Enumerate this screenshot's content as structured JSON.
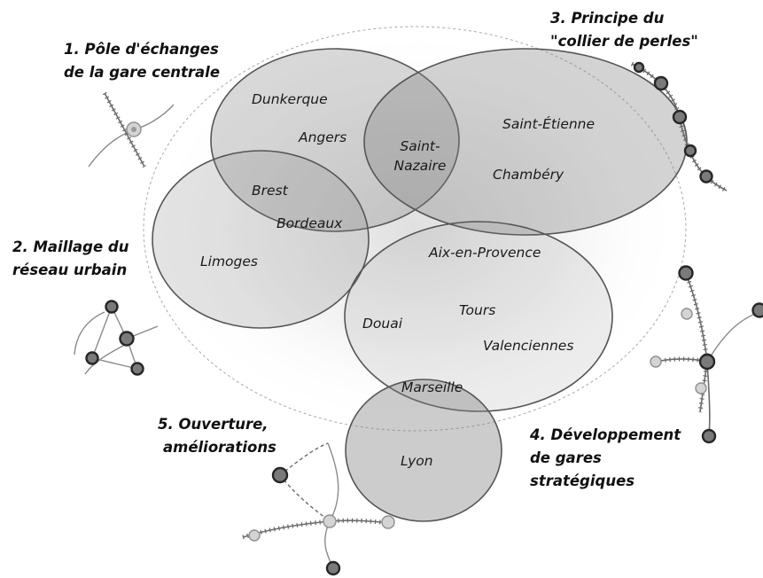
{
  "diagram": {
    "titles": {
      "t1": [
        "1. Pôle d'échanges",
        "de la gare centrale"
      ],
      "t2": [
        "2. Maillage du",
        "réseau urbain"
      ],
      "t3": [
        "3. Principe du",
        "\"collier de perles\""
      ],
      "t4": [
        "4. Développement",
        "de gares",
        "stratégiques"
      ],
      "t5": [
        "5. Ouverture,",
        "améliorations"
      ]
    },
    "cities": {
      "dunkerque": "Dunkerque",
      "angers": "Angers",
      "saint_nazaire": [
        "Saint-",
        "Nazaire"
      ],
      "saint_etienne": "Saint-Étienne",
      "chambery": "Chambéry",
      "brest": "Brest",
      "bordeaux": "Bordeaux",
      "limoges": "Limoges",
      "aix": "Aix-en-Provence",
      "douai": "Douai",
      "tours": "Tours",
      "valenciennes": "Valenciennes",
      "marseille": "Marseille",
      "lyon": "Lyon"
    },
    "colors": {
      "circle_fill": "#7f7f7f",
      "circle_stroke": "#555555",
      "outer_ring": "#a8a8a8"
    }
  }
}
